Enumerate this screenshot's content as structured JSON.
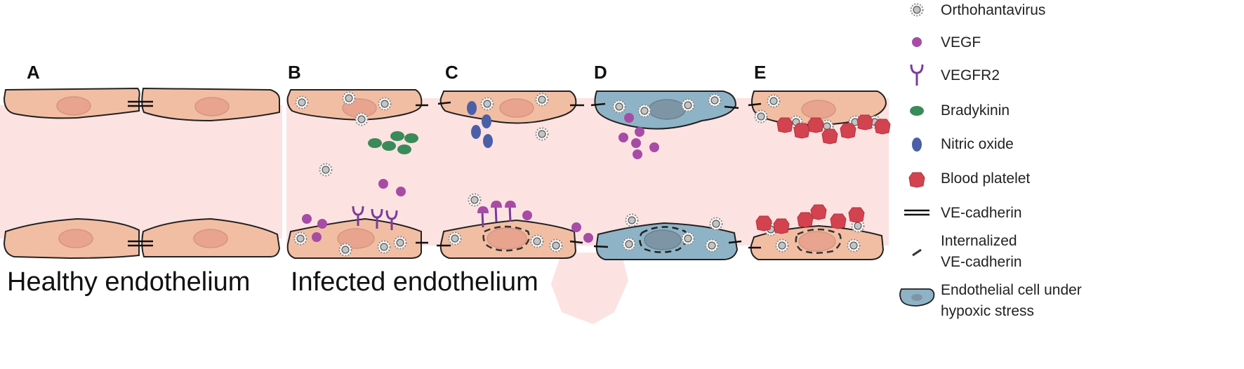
{
  "panels": {
    "a": "A",
    "b": "B",
    "c": "C",
    "d": "D",
    "e": "E"
  },
  "captions": {
    "healthy": "Healthy endothelium",
    "infected": "Infected endothelium"
  },
  "legend": {
    "orthohantavirus": "Orthohantavirus",
    "vegf": "VEGF",
    "vegfr2": "VEGFR2",
    "bradykinin": "Bradykinin",
    "nitric_oxide": "Nitric oxide",
    "blood_platelet": "Blood platelet",
    "ve_cadherin": "VE-cadherin",
    "internalized_line1": "Internalized",
    "internalized_line2": "VE-cadherin",
    "hypoxic_line1": "Endothelial cell under",
    "hypoxic_line2": "hypoxic stress"
  },
  "colors": {
    "cell": "#f2bea3",
    "nucleus": "#e8a48f",
    "hypoxic_cell": "#8fb3c6",
    "hypoxic_nucleus": "#7e95a6",
    "lumen": "#fde2e2",
    "vegf": "#a64ca6",
    "bradykinin": "#3a8a5a",
    "nitric_oxide": "#4a5fa8",
    "platelet": "#d2434f",
    "virus": "#b8b8b8"
  }
}
